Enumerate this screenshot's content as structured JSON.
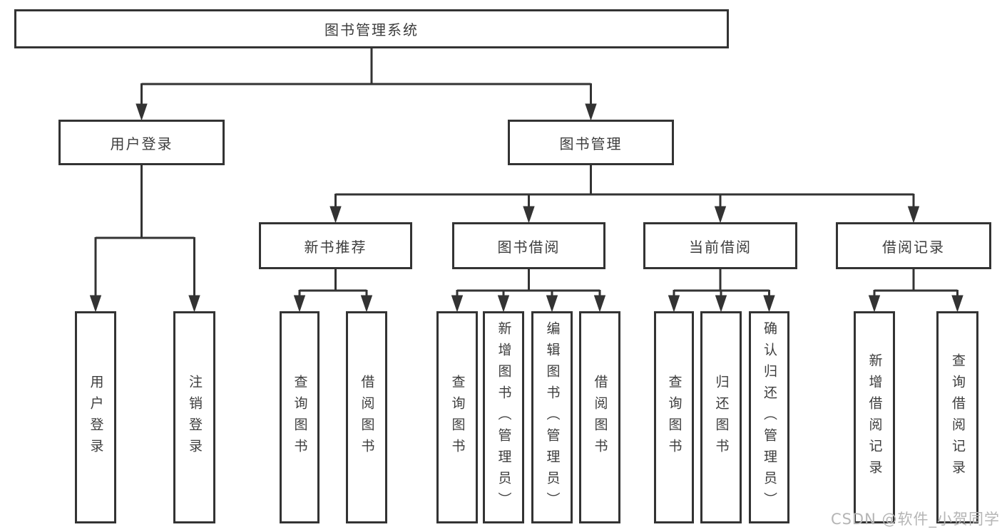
{
  "diagram": {
    "root": {
      "label": "图书管理系统"
    },
    "branches": [
      {
        "label": "用户登录",
        "children": [
          {
            "label": "用户登录"
          },
          {
            "label": "注销登录"
          }
        ]
      },
      {
        "label": "图书管理",
        "children": [
          {
            "label": "新书推荐",
            "children": [
              {
                "label": "查询图书"
              },
              {
                "label": "借阅图书"
              }
            ]
          },
          {
            "label": "图书借阅",
            "children": [
              {
                "label": "查询图书"
              },
              {
                "label": "新增图书（管理员）"
              },
              {
                "label": "编辑图书（管理员）"
              },
              {
                "label": "借阅图书"
              }
            ]
          },
          {
            "label": "当前借阅",
            "children": [
              {
                "label": "查询图书"
              },
              {
                "label": "归还图书"
              },
              {
                "label": "确认归还（管理员）"
              }
            ]
          },
          {
            "label": "借阅记录",
            "children": [
              {
                "label": "新增借阅记录"
              },
              {
                "label": "查询借阅记录"
              }
            ]
          }
        ]
      }
    ]
  },
  "watermark": {
    "text": "CSDN @软件_小贺同学"
  },
  "colors": {
    "line": "#333333",
    "border": "#333333",
    "text": "#3d3d3d",
    "watermark": "#b5b5b5",
    "background": "#ffffff"
  }
}
